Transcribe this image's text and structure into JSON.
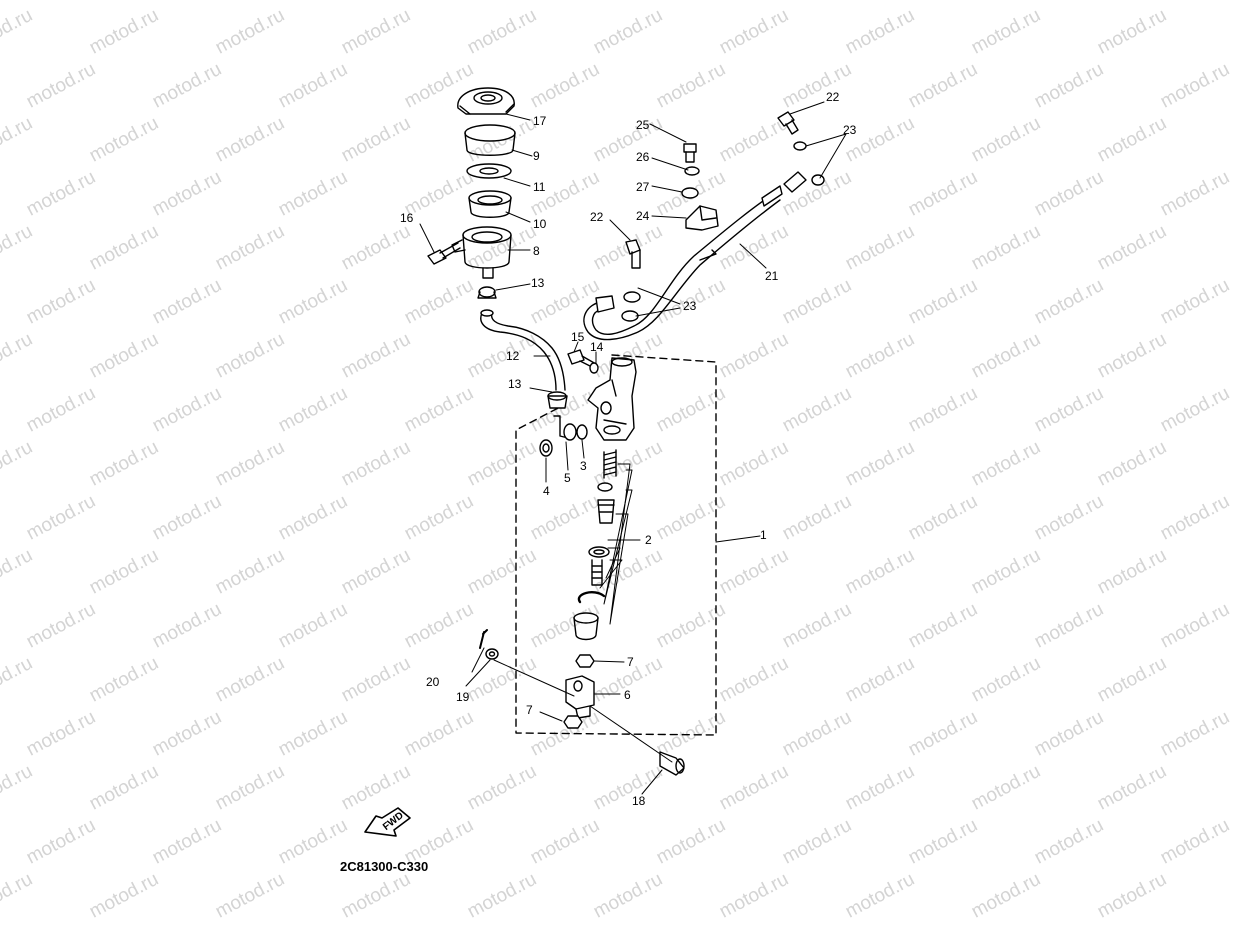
{
  "watermark": "motod.ru",
  "diagram_code": "2C81300-C330",
  "direction_label": "FWD",
  "callouts": [
    "17",
    "9",
    "11",
    "10",
    "16",
    "8",
    "13",
    "12",
    "13",
    "15",
    "14",
    "4",
    "5",
    "3",
    "2",
    "1",
    "7",
    "6",
    "7",
    "20",
    "19",
    "18",
    "22",
    "23",
    "21",
    "25",
    "26",
    "27",
    "24",
    "22",
    "23"
  ],
  "icons": [
    "reservoir-cap-icon",
    "hose-icon",
    "master-cylinder-icon",
    "fwd-arrow-icon"
  ]
}
